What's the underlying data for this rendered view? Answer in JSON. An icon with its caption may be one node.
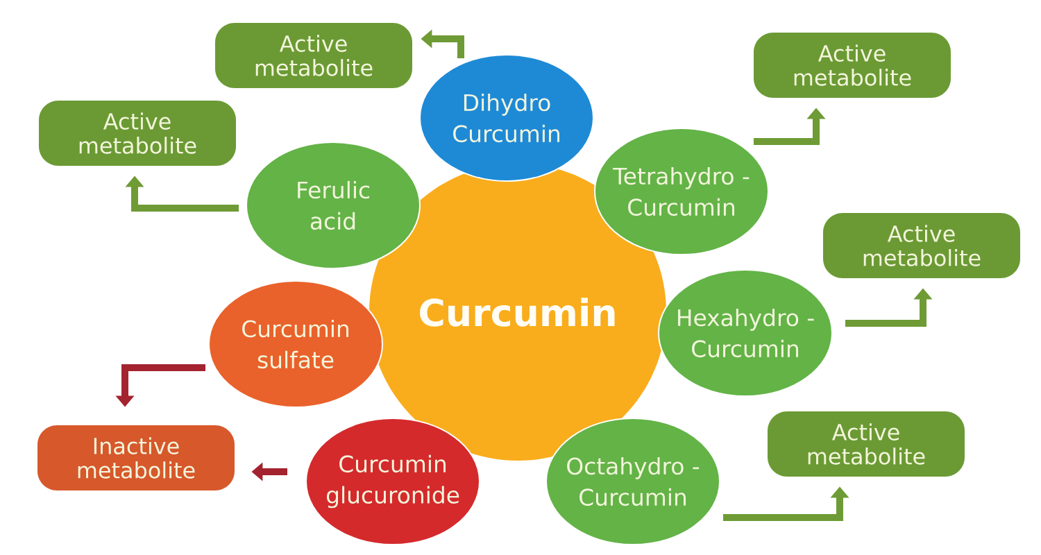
{
  "diagram": {
    "nodes": [
      {
        "text": [
          "Curcumin"
        ]
      },
      {
        "text": [
          "Dihydro Curcumin"
        ]
      },
      {
        "text": [
          "Ferulic acid"
        ]
      },
      {
        "text": [
          "Tetrahydro - Curcumin"
        ]
      },
      {
        "text": [
          "Hexahydro - Curcumin"
        ]
      },
      {
        "text": [
          "Octahydro - Curcumin"
        ]
      },
      {
        "text": [
          "Curcumin sulfate"
        ]
      },
      {
        "text": [
          "Curcumin glucuronide"
        ]
      },
      {
        "text": [
          "Active metabolite"
        ]
      },
      {
        "text": [
          "Active metabolite"
        ]
      },
      {
        "text": [
          "Active metabolite"
        ]
      },
      {
        "text": [
          "Active metabolite"
        ]
      },
      {
        "text": [
          "Active metabolite"
        ]
      },
      {
        "text": [
          "Inactive metabolite"
        ]
      }
    ],
    "edges": [
      {
        "from": 1,
        "to": 8,
        "arrow": "to"
      },
      {
        "from": 2,
        "to": 9,
        "arrow": "to"
      },
      {
        "from": 3,
        "to": 10,
        "arrow": "to"
      },
      {
        "from": 4,
        "to": 11,
        "arrow": "to"
      },
      {
        "from": 5,
        "to": 12,
        "arrow": "to"
      },
      {
        "from": 6,
        "to": 13,
        "arrow": "to",
        "color": "#a3232f"
      },
      {
        "from": 7,
        "to": 13,
        "arrow": "to",
        "color": "#a3232f"
      }
    ]
  }
}
